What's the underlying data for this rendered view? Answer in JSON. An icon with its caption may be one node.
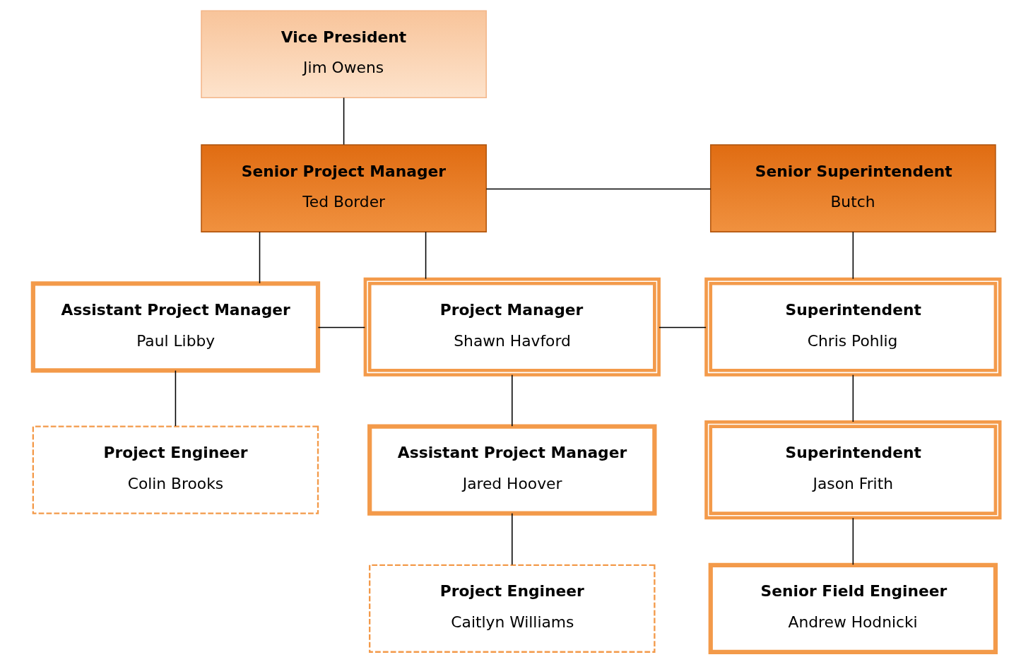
{
  "diagram": {
    "nodes": [
      {
        "text": [
          "Vice President",
          "Jim Owens"
        ]
      },
      {
        "text": [
          "Senior Project Manager",
          "Ted Border"
        ]
      },
      {
        "text": [
          "Senior Superintendent",
          "Butch"
        ]
      },
      {
        "text": [
          "Assistant Project Manager",
          "Paul Libby"
        ]
      },
      {
        "text": [
          "Project Manager",
          "Shawn Havford"
        ]
      },
      {
        "text": [
          "Superintendent",
          "Chris Pohlig"
        ]
      },
      {
        "text": [
          "Project Engineer",
          "Colin Brooks"
        ]
      },
      {
        "text": [
          "Assistant Project Manager",
          "Jared Hoover"
        ]
      },
      {
        "text": [
          "Superintendent",
          "Jason Frith"
        ]
      },
      {
        "text": [
          "Project Engineer",
          "Caitlyn Williams"
        ]
      },
      {
        "text": [
          "Senior Field Engineer",
          "Andrew Hodnicki"
        ]
      }
    ],
    "edges": [
      {
        "from": 0,
        "to": 1,
        "arrow": "none"
      },
      {
        "from": 1,
        "to": 2,
        "arrow": "none"
      },
      {
        "from": 1,
        "to": 3,
        "arrow": "none"
      },
      {
        "from": 1,
        "to": 4,
        "arrow": "none"
      },
      {
        "from": 2,
        "to": 5,
        "arrow": "none"
      },
      {
        "from": 3,
        "to": 4,
        "arrow": "none"
      },
      {
        "from": 4,
        "to": 5,
        "arrow": "none"
      },
      {
        "from": 3,
        "to": 6,
        "arrow": "none"
      },
      {
        "from": 4,
        "to": 7,
        "arrow": "none"
      },
      {
        "from": 5,
        "to": 8,
        "arrow": "none"
      },
      {
        "from": 7,
        "to": 9,
        "arrow": "none"
      },
      {
        "from": 8,
        "to": 10,
        "arrow": "none"
      }
    ]
  }
}
